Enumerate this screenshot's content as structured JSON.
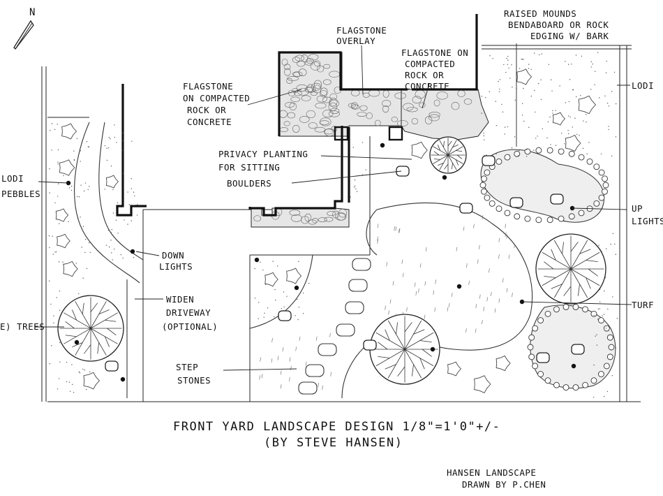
{
  "labels": {
    "flagstone_overlay": [
      "FLAGSTONE",
      "OVERLAY"
    ],
    "flagstone_left": [
      "FLAGSTONE",
      "ON COMPACTED",
      "ROCK OR",
      "CONCRETE"
    ],
    "flagstone_right": [
      "FLAGSTONE ON",
      "COMPACTED",
      "ROCK OR",
      "CONCRETE"
    ],
    "raised_mounds": [
      "RAISED MOUNDS",
      "BENDABOARD OR ROCK",
      "EDGING W/ BARK"
    ],
    "lodi_right": "LODI",
    "lodi_pebbles": [
      "LODI",
      "PEBBLES"
    ],
    "privacy_planting": [
      "PRIVACY PLANTING",
      "FOR SITTING"
    ],
    "boulders": "BOULDERS",
    "up_lights": [
      "UP",
      "LIGHTS"
    ],
    "down_lights": [
      "DOWN",
      "LIGHTS"
    ],
    "widen_driveway": [
      "WIDEN",
      "DRIVEWAY",
      "(OPTIONAL)"
    ],
    "trees": "(E) TREES",
    "turf": "TURF",
    "step_stones": [
      "STEP",
      "STONES"
    ]
  },
  "title": {
    "line1": "FRONT YARD LANDSCAPE DESIGN 1/8\"=1'0\"+/-",
    "line2": "(BY STEVE HANSEN)"
  },
  "credit": {
    "line1": "HANSEN LANDSCAPE",
    "line2": "DRAWN BY P.CHEN"
  },
  "north_arrow": "N"
}
